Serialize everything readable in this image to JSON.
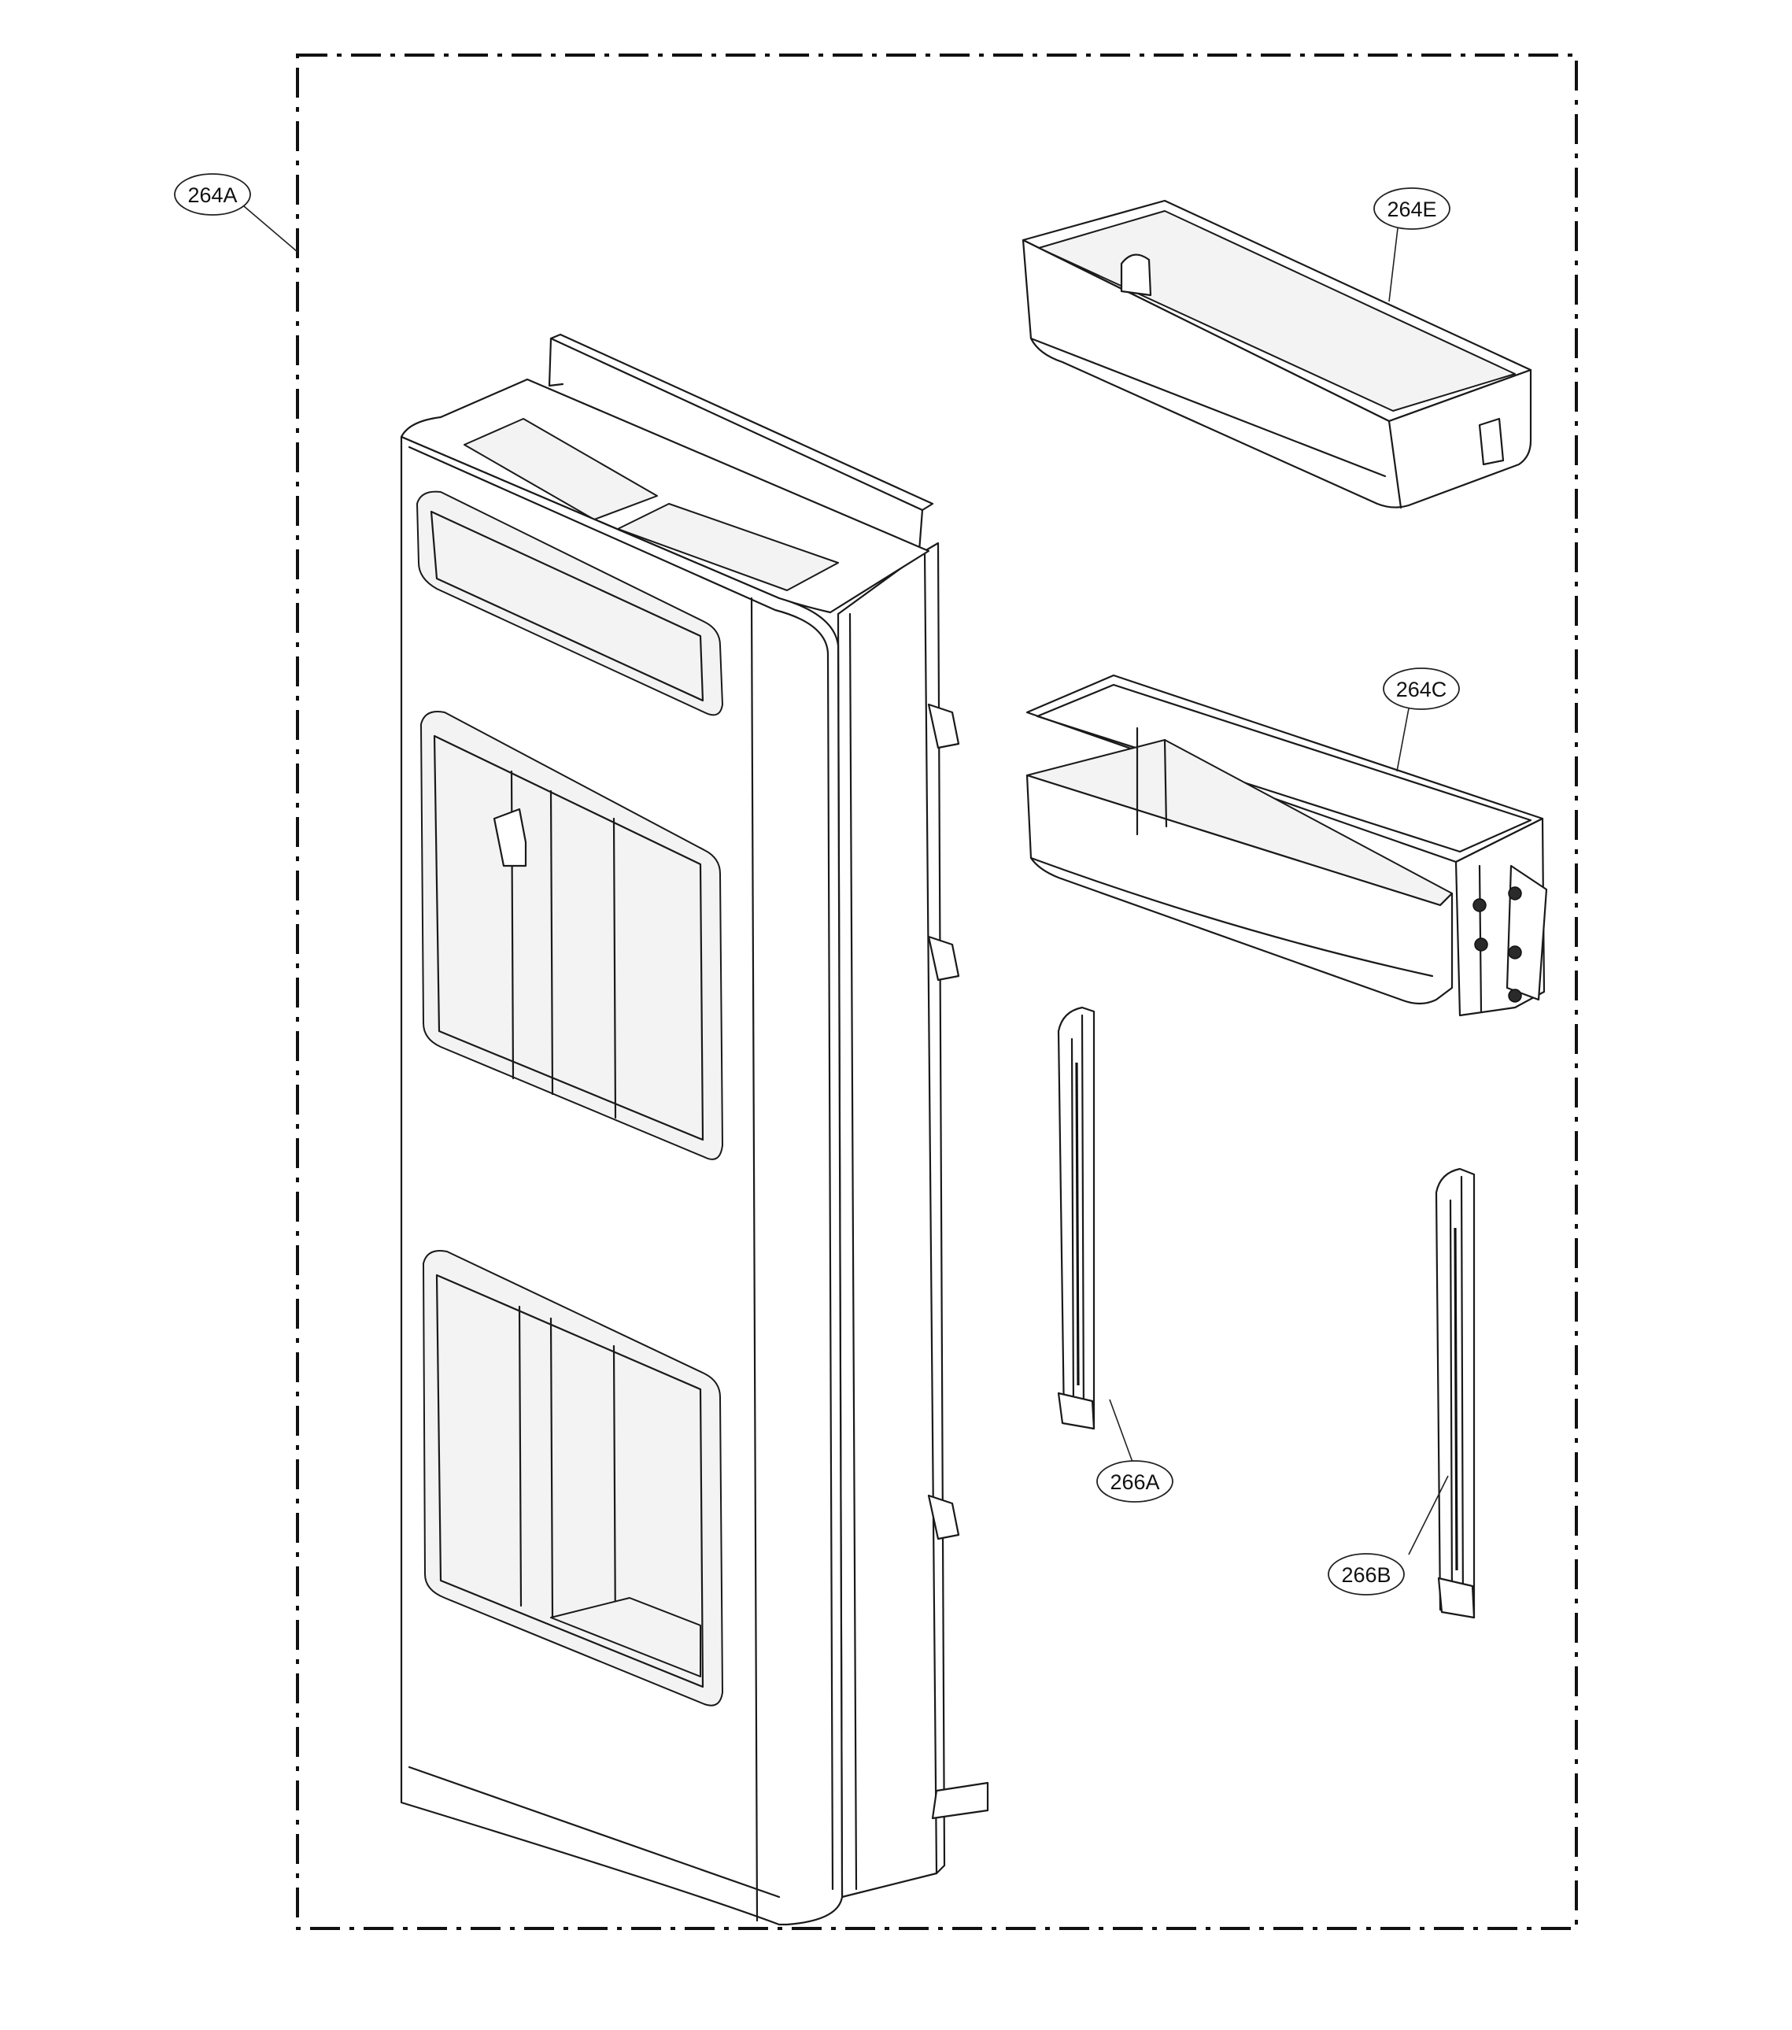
{
  "diagram": {
    "labels": {
      "door_assembly": "264A",
      "upper_basket": "264E",
      "lower_basket": "264C",
      "left_trim": "266A",
      "right_trim": "266B"
    }
  }
}
